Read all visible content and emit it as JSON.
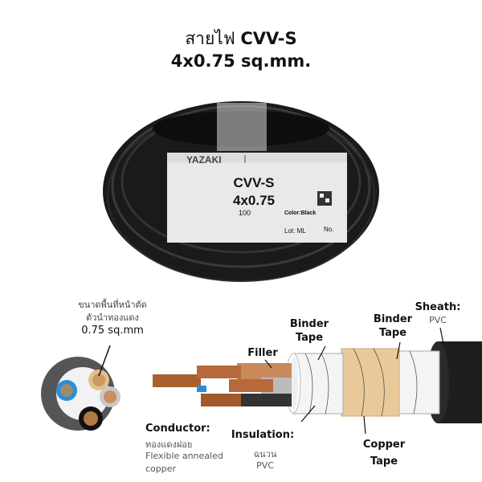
{
  "header": {
    "title_thai": "สายไฟ",
    "title_model": "CVV-S",
    "subtitle": "4x0.75 sq.mm."
  },
  "product_label": {
    "brand": "YAZAKI",
    "model": "CVV-S",
    "size": "4x0.75",
    "length": "100",
    "color": "Color:Black",
    "lot": "Lot: ML",
    "no": "No."
  },
  "cross_section": {
    "line1": "ขนาดพื้นที่หน้าตัด",
    "line2": "ตัวนำทองแดง",
    "area": "0.75 sq.mm"
  },
  "parts": {
    "filler": "Filler",
    "binder_tape_1": [
      "Binder",
      "Tape"
    ],
    "binder_tape_2": [
      "Binder",
      "Tape"
    ],
    "sheath": {
      "title": "Sheath:",
      "material": "PVC"
    },
    "conductor": {
      "title": "Conductor:",
      "thai": "ทองแดงฝอย",
      "desc1": "Flexible annealed",
      "desc2": "copper"
    },
    "insulation": {
      "title": "Insulation:",
      "thai": "ฉนวน",
      "material": "PVC"
    },
    "copper_tape": [
      "Copper",
      "Tape"
    ]
  },
  "colors": {
    "sheath": "#1e1e1e",
    "copper": "#b8683a",
    "copper_tape": "#e9c99a",
    "blue": "#2a8fd8"
  }
}
